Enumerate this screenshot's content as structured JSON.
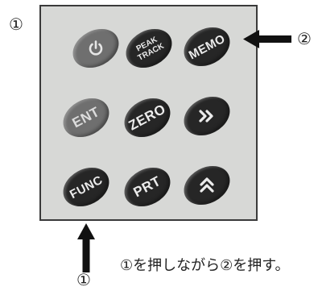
{
  "markers": {
    "one": "①",
    "two": "②"
  },
  "keys": {
    "power": {
      "icon": "power-icon"
    },
    "peak_track": {
      "label_line1": "PEAK",
      "label_line2": "TRACK"
    },
    "memo": {
      "label": "MEMO"
    },
    "ent": {
      "label": "ENT"
    },
    "zero": {
      "label": "ZERO"
    },
    "next": {
      "icon": "double-chevron-right-icon"
    },
    "func": {
      "label": "FUNC"
    },
    "prt": {
      "label": "PRT"
    },
    "up": {
      "icon": "double-chevron-up-icon"
    }
  },
  "instruction": "①を押しながら②を押す。",
  "colors": {
    "panel": "#d7d8d6",
    "key_dark": "#262626",
    "key_grey": "#6f6f6f",
    "arrow": "#111111"
  }
}
